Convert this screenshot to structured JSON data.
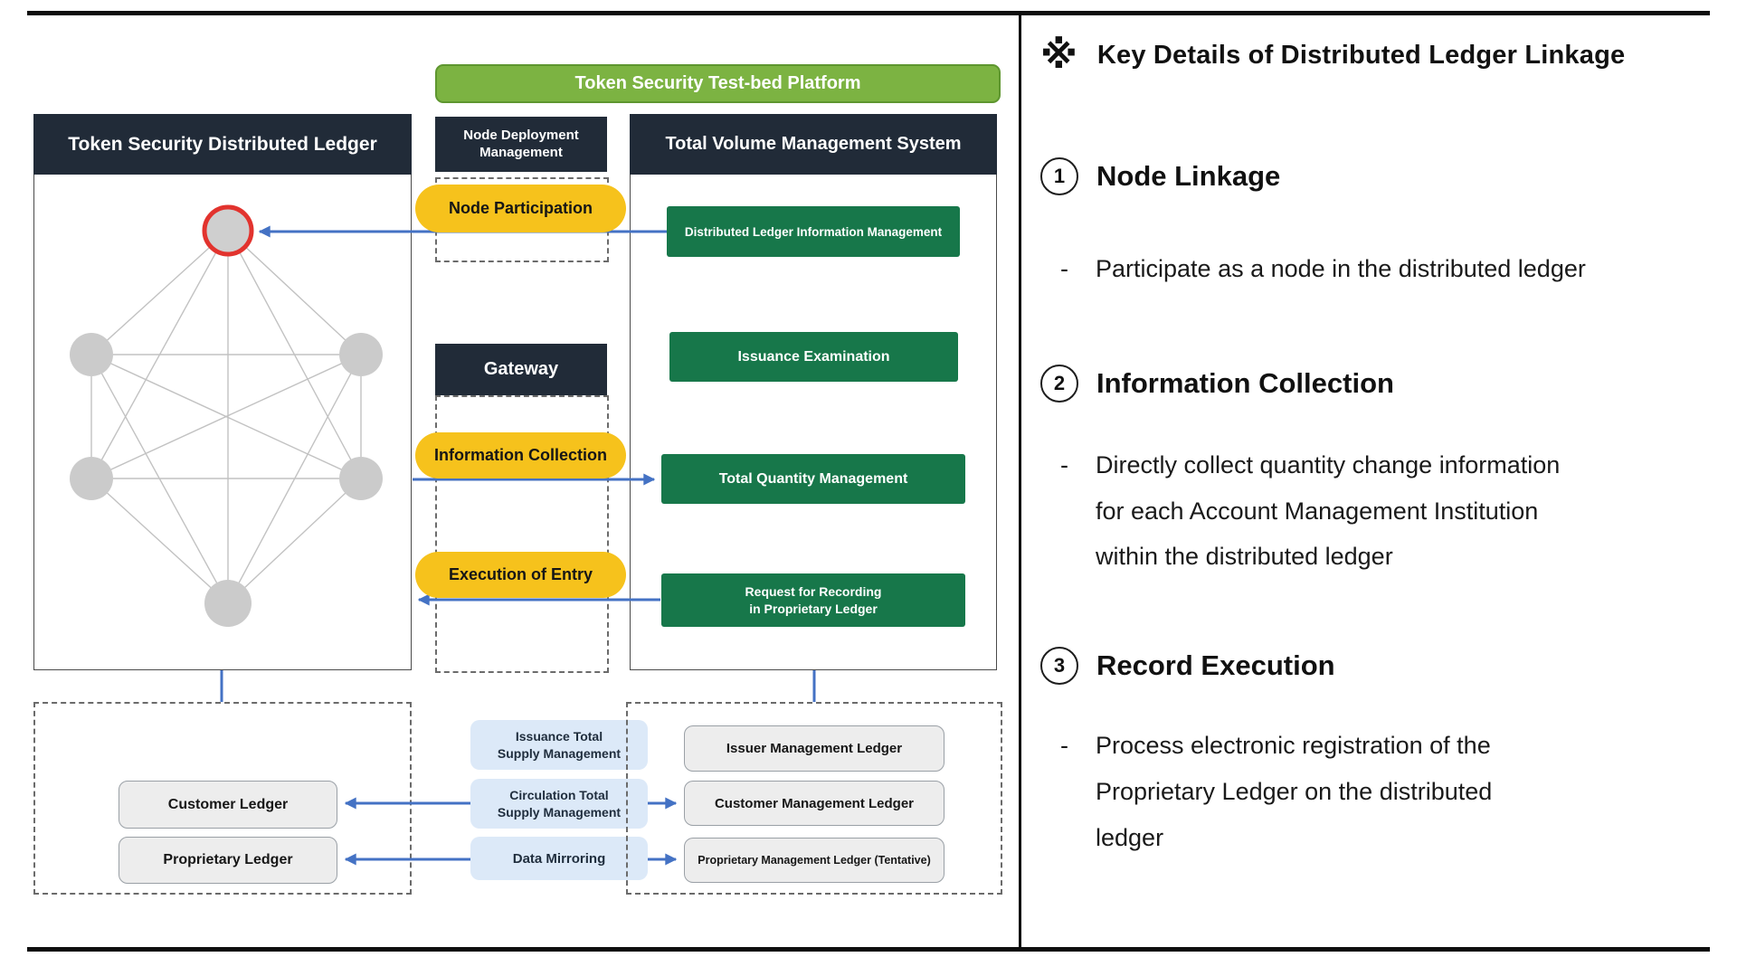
{
  "colors": {
    "banner_green": "#7CB342",
    "banner_green_border": "#5E962F",
    "dark_navy": "#212B38",
    "green_box": "#17774A",
    "yellow": "#F6C21C",
    "arrow_blue": "#4472C4",
    "chip_blue": "#DCE9F8",
    "pill_gray": "#EDEDED",
    "red_ring": "#E2332E",
    "node_gray": "#CBCBCB"
  },
  "diagram": {
    "banner": "Token Security Test-bed Platform",
    "ledger_box": {
      "title": "Token Security Distributed Ledger"
    },
    "middle": {
      "node_deployment": "Node Deployment\nManagement",
      "node_participation": "Node Participation",
      "gateway": "Gateway",
      "information_collection": "Information Collection",
      "execution_of_entry": "Execution of Entry"
    },
    "volume_box": {
      "title": "Total Volume Management System",
      "items": [
        "Distributed Ledger Information Management",
        "Issuance Examination",
        "Total Quantity Management",
        "Request for Recording\nin Proprietary Ledger"
      ]
    },
    "bottom_left": {
      "items": [
        "Customer Ledger",
        "Proprietary Ledger"
      ]
    },
    "bottom_middle": {
      "items": [
        "Issuance Total\nSupply Management",
        "Circulation Total\nSupply Management",
        "Data Mirroring"
      ]
    },
    "bottom_right": {
      "items": [
        "Issuer Management Ledger",
        "Customer Management Ledger",
        "Proprietary Management Ledger (Tentative)"
      ]
    }
  },
  "panel": {
    "symbol": "※",
    "title": "Key Details of Distributed Ledger Linkage",
    "sections": [
      {
        "number": "1",
        "heading": "Node Linkage",
        "dash": "-",
        "bullet": "Participate as a node in the distributed ledger"
      },
      {
        "number": "2",
        "heading": "Information Collection",
        "dash": "-",
        "bullet": "Directly collect quantity change information\nfor each Account Management Institution\nwithin the distributed ledger"
      },
      {
        "number": "3",
        "heading": "Record Execution",
        "dash": "-",
        "bullet": "Process electronic registration of the\nProprietary Ledger on the distributed\nledger"
      }
    ]
  }
}
